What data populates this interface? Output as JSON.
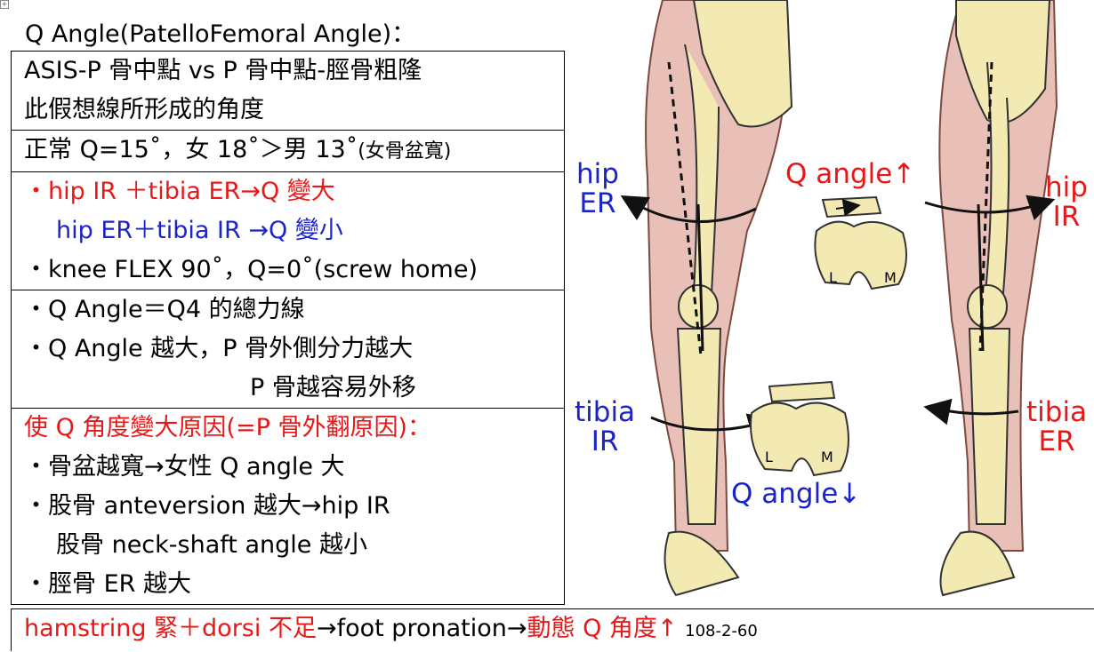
{
  "title": "Q Angle(PatelloFemoral Angle)：",
  "rows": [
    [
      "ASIS-P 骨中點 vs P 骨中點-脛骨粗隆",
      "此假想線所形成的角度"
    ],
    {
      "main": "正常 Q=15˚，女 18˚＞男 13˚",
      "note": "(女骨盆寬)"
    },
    {
      "red": "・hip IR ＋tibia ER→Q 變大",
      "blue": "hip ER＋tibia IR →Q 變小",
      "black": "・knee FLEX 90˚，Q=0˚(screw home)"
    },
    [
      "・Q Angle＝Q4 的總力線",
      "・Q Angle 越大，P 骨外側分力越大",
      "P 骨越容易外移"
    ],
    {
      "head": "使 Q 角度變大原因(=P 骨外翻原因)：",
      "items": [
        "・骨盆越寬→女性 Q angle 大",
        "・股骨 anteversion 越大→hip IR",
        "股骨 neck-shaft angle 越小",
        "・脛骨 ER 越大"
      ]
    }
  ],
  "bottom": {
    "red1": "hamstring 緊＋dorsi 不足",
    "black": "→foot pronation→",
    "red2": "動態 Q 角度↑",
    "ref": "108-2-60"
  },
  "figure": {
    "hip_er": "hip\nER",
    "q_up": "Q angle↑",
    "hip_ir": "hip\nIR",
    "tibia_ir": "tibia\nIR",
    "q_down": "Q angle↓",
    "tibia_er": "tibia\nER",
    "condyle_l": "L",
    "condyle_m": "M",
    "colors": {
      "red": "#e81818",
      "blue": "#1a24c8"
    }
  }
}
